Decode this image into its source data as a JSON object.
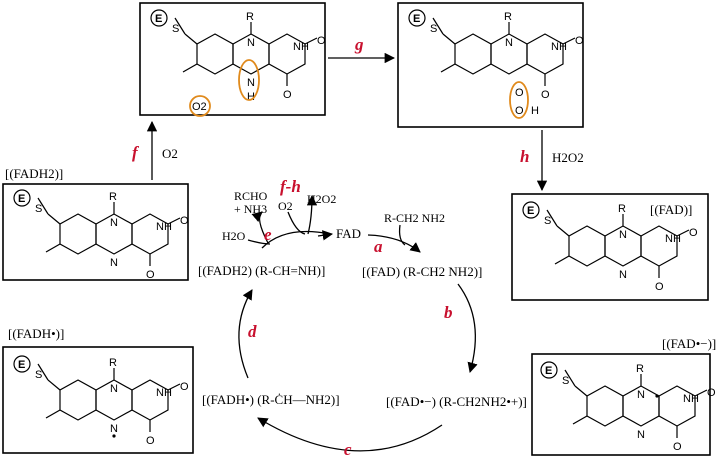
{
  "molecules": {
    "fadh2": {
      "label": "[(FADH2)]"
    },
    "fadh_radical": {
      "label": "[(FADH•)]"
    },
    "fad": {
      "label": "[(FAD)]"
    },
    "fad_anion": {
      "label": "[(FAD•−)]"
    }
  },
  "atoms": {
    "E": "E",
    "S": "S",
    "N": "N",
    "H": "H",
    "O": "O",
    "R": "R",
    "NH": "NH",
    "O2": "O2"
  },
  "steps": {
    "a": "a",
    "b": "b",
    "c": "c",
    "d": "d",
    "e": "e",
    "f": "f",
    "g": "g",
    "h": "h",
    "fh": "f-h"
  },
  "reagents": {
    "o2_f": "O2",
    "h2o2_h": "H2O2",
    "rcho": "RCHO",
    "nh3": "+ NH3",
    "h2o": "H2O",
    "o2_cycle": "O2",
    "h2o2_cycle": "H2O2",
    "fad_cycle": "FAD",
    "substrate": "R-CH2 NH2"
  },
  "cycle": {
    "top_left": "[(FADH2) (R-CH=NH)]",
    "top_right": "[(FAD) (R-CH2 NH2)]",
    "bottom_right": "[(FAD•−) (R-CH2NH2•+)]",
    "bottom_left": "[(FADH•) (R-ĊH—NH2)]"
  }
}
